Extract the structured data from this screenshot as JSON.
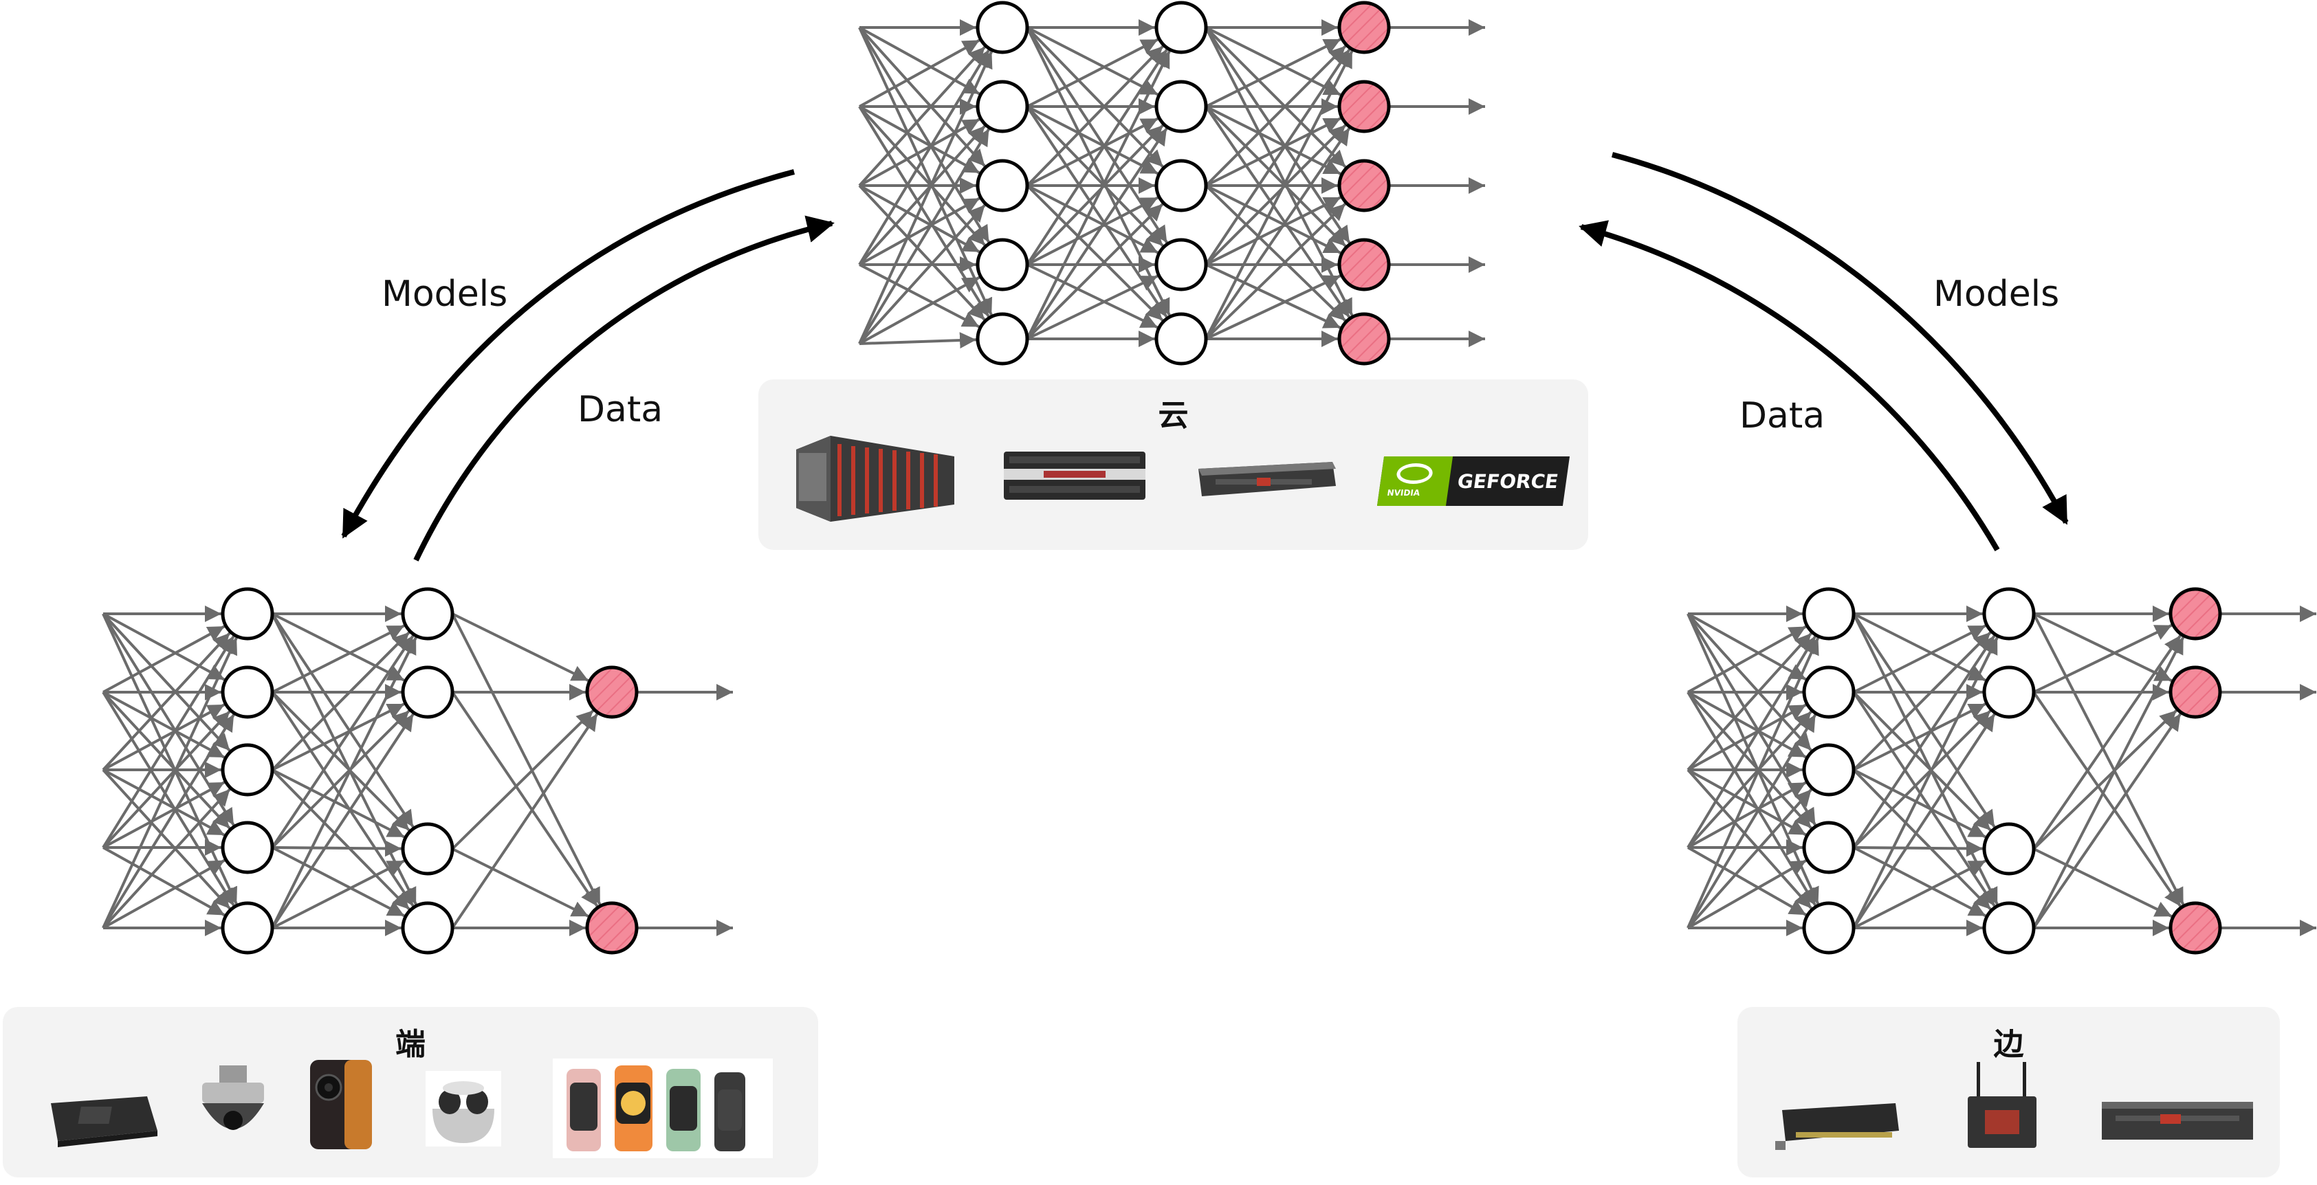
{
  "labels": {
    "left_models": "Models",
    "left_data": "Data",
    "right_models": "Models",
    "right_data": "Data"
  },
  "panels": {
    "cloud": {
      "title": "云"
    },
    "device": {
      "title": "端"
    },
    "edge": {
      "title": "边"
    }
  },
  "hardware": {
    "cloud": [
      "server-rack-cluster-icon",
      "rack-server-icon",
      "2u-server-icon",
      "nvidia-geforce-logo"
    ],
    "device": [
      "dev-board-icon",
      "dome-camera-icon",
      "smartphone-icon",
      "earbuds-icon",
      "smartwatch-bands-icon"
    ],
    "edge": [
      "accelerator-card-icon",
      "edge-box-icon",
      "edge-server-icon"
    ]
  },
  "logo_text": {
    "geforce": "GEFORCE",
    "nvidia": "NVIDIA"
  },
  "colors": {
    "edge_line": "#6b6b6b",
    "output_node": "#f48b9b",
    "node_fill": "#ffffff",
    "panel_bg": "#f3f3f3"
  }
}
